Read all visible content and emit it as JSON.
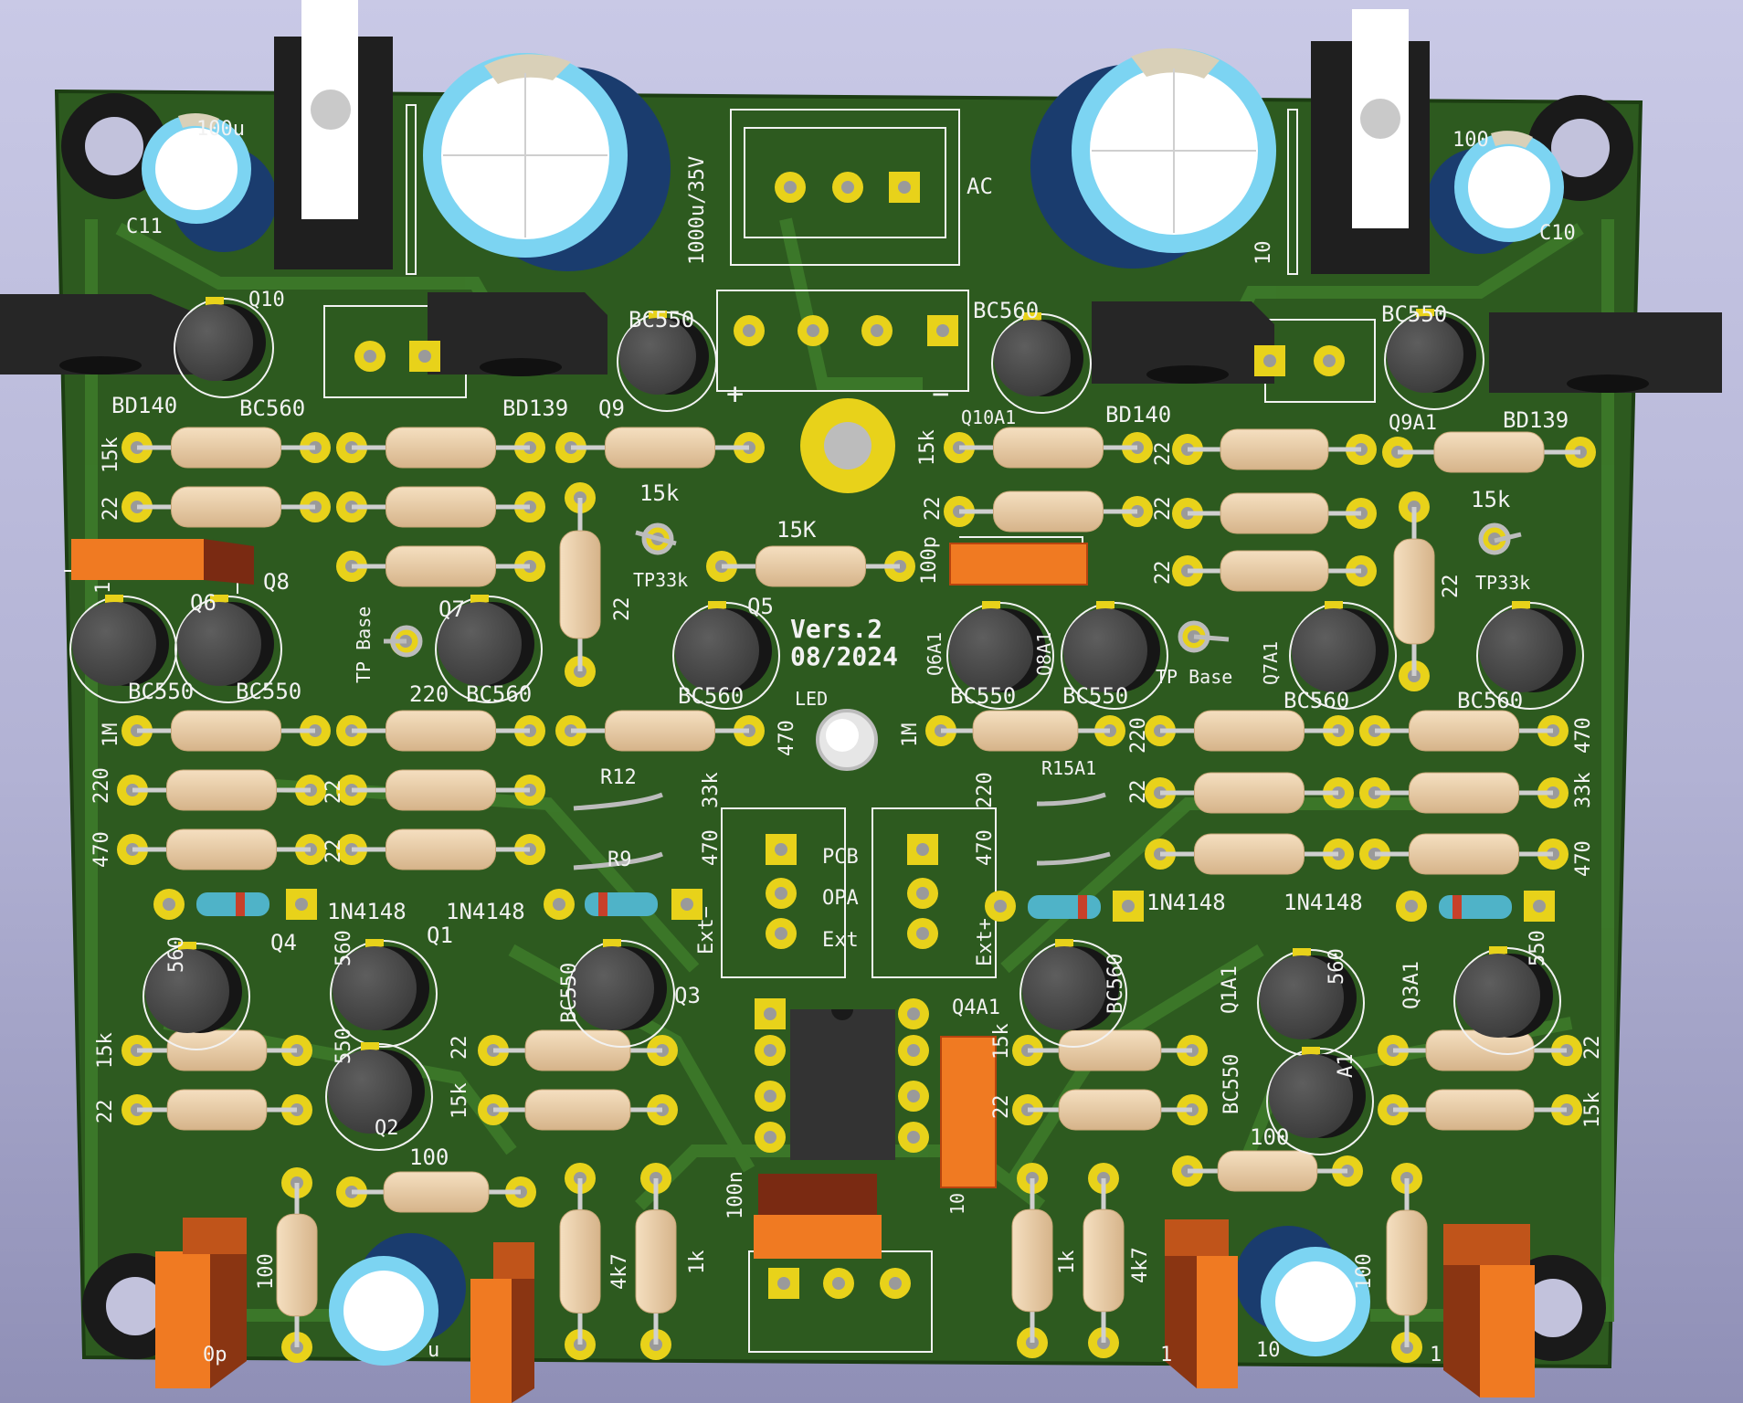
{
  "window": {
    "title": ""
  },
  "colors": {
    "background": "#b8b8d8",
    "board": "#2d5a1f",
    "copper_trace": "#3d7a2a",
    "silkscreen": "#f2f2f2",
    "pad": "#e8d21a",
    "resistor_body": "#e8c9a0",
    "electrolytic_sleeve": "#7cd4f2",
    "electrolytic_can": "#1a3c6e",
    "transistor": "#4a4a4a",
    "heatsink_tab": "#1f1f1f",
    "film_cap": "#f07a22"
  },
  "icons": [
    "mounting-hole-icon",
    "capacitor-icon",
    "resistor-icon",
    "transistor-icon",
    "diode-icon",
    "led-icon",
    "connector-icon",
    "ic-icon",
    "test-point-icon"
  ],
  "board": {
    "version": "Vers.2",
    "date": "08/2024",
    "labels": [
      {
        "id": "cap-value-100u-left",
        "text": "100u"
      },
      {
        "id": "cap-ref-c11",
        "text": "C11"
      },
      {
        "id": "cap-value-1000u",
        "text": "1000u/35V"
      },
      {
        "id": "conn-ac",
        "text": "AC"
      },
      {
        "id": "cap-value-100-right",
        "text": "100"
      },
      {
        "id": "cap-ref-c10",
        "text": "C10"
      },
      {
        "id": "ref-q10",
        "text": "Q10"
      },
      {
        "id": "part-bc550-top",
        "text": "BC550"
      },
      {
        "id": "part-bc560-top-right",
        "text": "BC560"
      },
      {
        "id": "part-bc550-top-right",
        "text": "BC550"
      },
      {
        "id": "plus-mark",
        "text": "+"
      },
      {
        "id": "minus-mark",
        "text": "−"
      },
      {
        "id": "part-bd140-left",
        "text": "BD140"
      },
      {
        "id": "part-bc560-left",
        "text": "BC560"
      },
      {
        "id": "part-bd139-left",
        "text": "BD139"
      },
      {
        "id": "ref-q9",
        "text": "Q9"
      },
      {
        "id": "ref-q10a1",
        "text": "Q10A1"
      },
      {
        "id": "part-bd140-right",
        "text": "BD140"
      },
      {
        "id": "ref-q9a1",
        "text": "Q9A1"
      },
      {
        "id": "part-bd139-right",
        "text": "BD139"
      },
      {
        "id": "r-15k-1",
        "text": "15k"
      },
      {
        "id": "r-22-1",
        "text": "22"
      },
      {
        "id": "r-15k-2",
        "text": "15k"
      },
      {
        "id": "r-15k-3",
        "text": "15k"
      },
      {
        "id": "r-22-2",
        "text": "22"
      },
      {
        "id": "r-22-3",
        "text": "22"
      },
      {
        "id": "r-22-4",
        "text": "22"
      },
      {
        "id": "r-15k-4",
        "text": "15k"
      },
      {
        "id": "r-15K-center",
        "text": "15K"
      },
      {
        "id": "cap-100p",
        "text": "100p"
      },
      {
        "id": "r-22-5",
        "text": "22"
      },
      {
        "id": "r-22-6",
        "text": "22"
      },
      {
        "id": "tp33k-left",
        "text": "TP33k"
      },
      {
        "id": "tp33k-right",
        "text": "TP33k"
      },
      {
        "id": "ref-q8",
        "text": "Q8"
      },
      {
        "id": "ref-q6",
        "text": "Q6"
      },
      {
        "id": "ref-q7",
        "text": "Q7"
      },
      {
        "id": "tp-base-left",
        "text": "TP Base"
      },
      {
        "id": "ref-q5",
        "text": "Q5"
      },
      {
        "id": "ref-q6a1",
        "text": "Q6A1"
      },
      {
        "id": "ref-q8a1",
        "text": "Q8A1"
      },
      {
        "id": "tp-base-right",
        "text": "TP Base"
      },
      {
        "id": "ref-q7a1",
        "text": "Q7A1"
      },
      {
        "id": "r-22-7",
        "text": "22"
      },
      {
        "id": "part-bc550-1",
        "text": "BC550"
      },
      {
        "id": "part-bc550-2",
        "text": "BC550"
      },
      {
        "id": "r-220-1",
        "text": "220"
      },
      {
        "id": "part-bc560-1",
        "text": "BC560"
      },
      {
        "id": "part-bc560-2",
        "text": "BC560"
      },
      {
        "id": "led-label",
        "text": "LED"
      },
      {
        "id": "part-bc550-3",
        "text": "BC550"
      },
      {
        "id": "part-bc550-4",
        "text": "BC550"
      },
      {
        "id": "part-bc560-3",
        "text": "BC560"
      },
      {
        "id": "part-bc560-4",
        "text": "BC560"
      },
      {
        "id": "r-1M-1",
        "text": "1M"
      },
      {
        "id": "r-470-1",
        "text": "470"
      },
      {
        "id": "r-1M-2",
        "text": "1M"
      },
      {
        "id": "r-220-2",
        "text": "220"
      },
      {
        "id": "r-470-2",
        "text": "470"
      },
      {
        "id": "r-220-3",
        "text": "220"
      },
      {
        "id": "r-22-8",
        "text": "22"
      },
      {
        "id": "ref-r12",
        "text": "R12"
      },
      {
        "id": "r-33k-1",
        "text": "33k"
      },
      {
        "id": "r-220-4",
        "text": "220"
      },
      {
        "id": "ref-r15a1",
        "text": "R15A1"
      },
      {
        "id": "r-22-9",
        "text": "22"
      },
      {
        "id": "r-33k-2",
        "text": "33k"
      },
      {
        "id": "r-470-3",
        "text": "470"
      },
      {
        "id": "r-22-10",
        "text": "22"
      },
      {
        "id": "ref-r9",
        "text": "R9"
      },
      {
        "id": "r-470-4",
        "text": "470"
      },
      {
        "id": "sel-pcb-label",
        "text": "PCB"
      },
      {
        "id": "r-470-5",
        "text": "470"
      },
      {
        "id": "r-470-6",
        "text": "470"
      },
      {
        "id": "sel-opa-label",
        "text": "OPA"
      },
      {
        "id": "diode-1n4148-1",
        "text": "1N4148"
      },
      {
        "id": "diode-1n4148-2",
        "text": "1N4148"
      },
      {
        "id": "diode-1n4148-3",
        "text": "1N4148"
      },
      {
        "id": "diode-1n4148-4",
        "text": "1N4148"
      },
      {
        "id": "sel-ext-label",
        "text": "Ext"
      },
      {
        "id": "ext-minus",
        "text": "Ext−"
      },
      {
        "id": "ext-plus",
        "text": "Ext+"
      },
      {
        "id": "ref-q4",
        "text": "Q4"
      },
      {
        "id": "ref-q1",
        "text": "Q1"
      },
      {
        "id": "part-560-1",
        "text": "560"
      },
      {
        "id": "part-560-2",
        "text": "560"
      },
      {
        "id": "part-bc550-5",
        "text": "BC550"
      },
      {
        "id": "ref-q3",
        "text": "Q3"
      },
      {
        "id": "ref-q4a1",
        "text": "Q4A1"
      },
      {
        "id": "part-bc560-5",
        "text": "BC560"
      },
      {
        "id": "ref-q1a1",
        "text": "Q1A1"
      },
      {
        "id": "part-560-3",
        "text": "560"
      },
      {
        "id": "ref-q3a1",
        "text": "Q3A1"
      },
      {
        "id": "part-550-1",
        "text": "550"
      },
      {
        "id": "r-15k-5",
        "text": "15k"
      },
      {
        "id": "r-22-11",
        "text": "22"
      },
      {
        "id": "r-15k-6",
        "text": "15k"
      },
      {
        "id": "r-22-12",
        "text": "22"
      },
      {
        "id": "r-15k-7",
        "text": "15k"
      },
      {
        "id": "r-22-13",
        "text": "22"
      },
      {
        "id": "r-22-14",
        "text": "22"
      },
      {
        "id": "r-15k-8",
        "text": "15k"
      },
      {
        "id": "part-550-2",
        "text": "550"
      },
      {
        "id": "part-bc550-6",
        "text": "BC550"
      },
      {
        "id": "ref-q2",
        "text": "Q2"
      },
      {
        "id": "ref-a1",
        "text": "A1"
      },
      {
        "id": "r-100-1",
        "text": "100"
      },
      {
        "id": "r-100-2",
        "text": "100"
      },
      {
        "id": "cap-100n",
        "text": "100n"
      },
      {
        "id": "r-100-3",
        "text": "100"
      },
      {
        "id": "r-4k7-1",
        "text": "4k7"
      },
      {
        "id": "r-1k-1",
        "text": "1k"
      },
      {
        "id": "r-1k-2",
        "text": "1k"
      },
      {
        "id": "r-4k7-2",
        "text": "4k7"
      },
      {
        "id": "r-100-4",
        "text": "100"
      },
      {
        "id": "cap-value-p",
        "text": "0p"
      },
      {
        "id": "cap-value-u",
        "text": "u"
      },
      {
        "id": "cap-value-10-left",
        "text": "10"
      },
      {
        "id": "cap-value-1-left",
        "text": "1"
      },
      {
        "id": "cap-value-10-right",
        "text": "10"
      },
      {
        "id": "cap-value-1-right",
        "text": "1"
      },
      {
        "id": "cap-value-10-top",
        "text": "10"
      },
      {
        "id": "cap-value-1-mid",
        "text": "1"
      }
    ]
  }
}
